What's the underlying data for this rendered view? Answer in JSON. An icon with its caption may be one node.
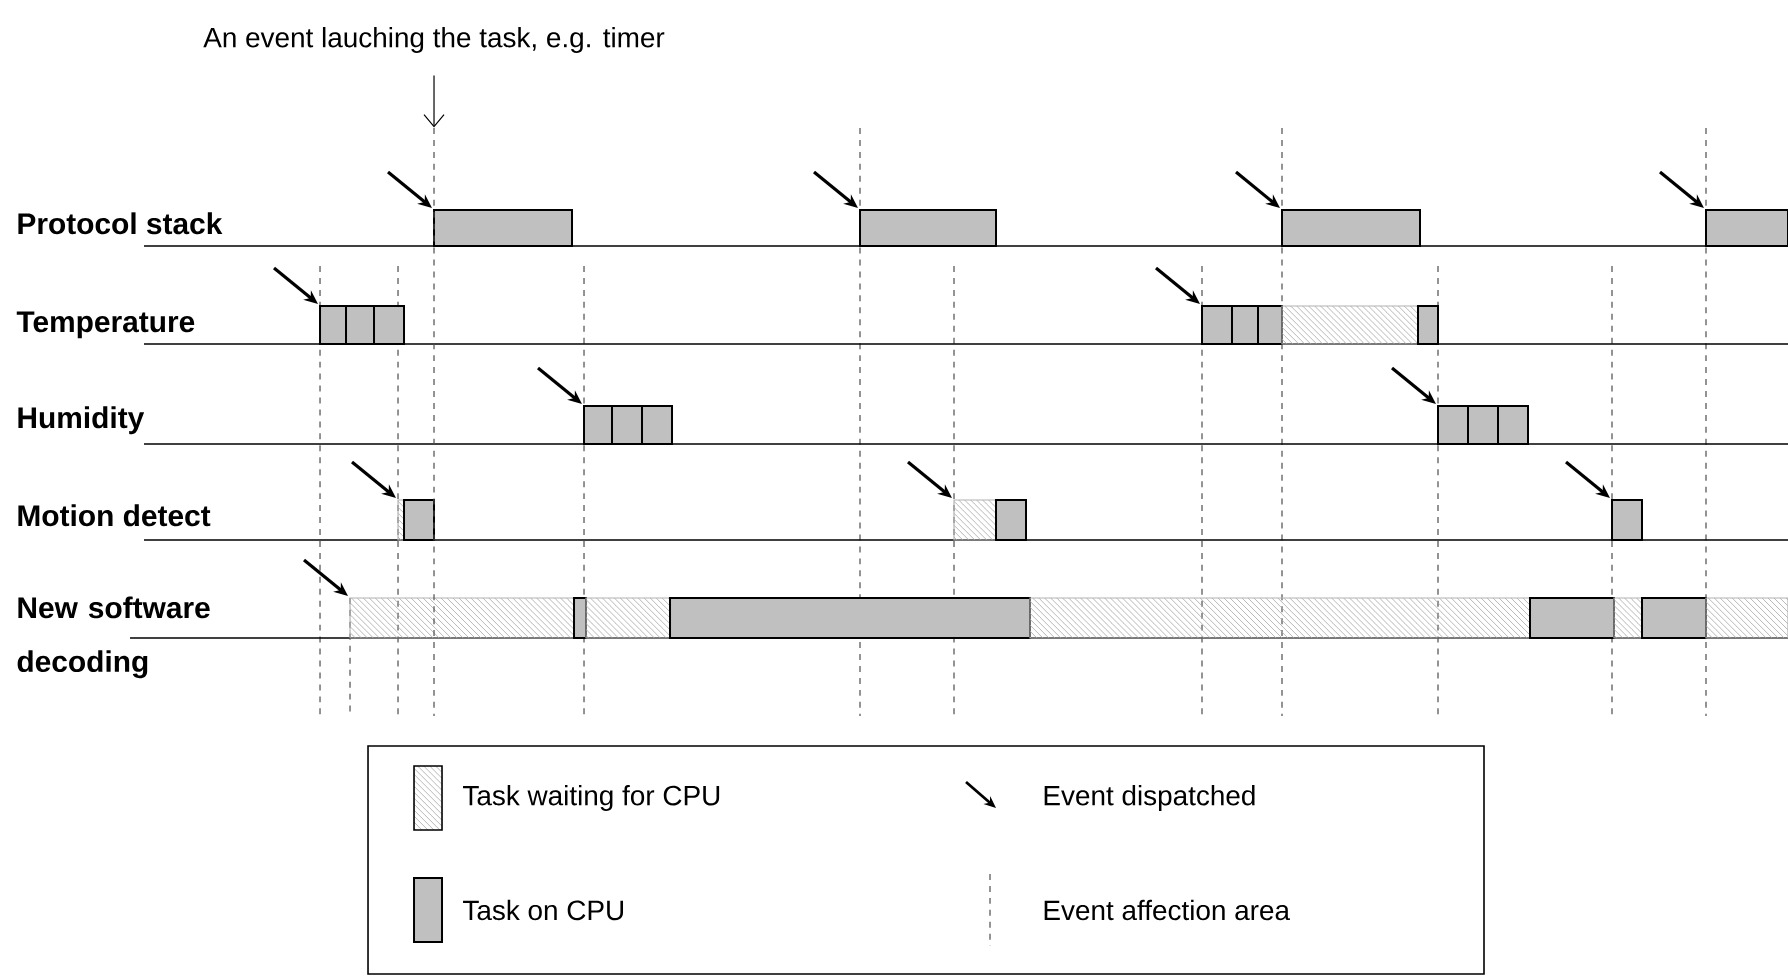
{
  "diagram": {
    "nodes": [
      {
        "text": [
          "An event lauching the task, e.g. timer"
        ]
      },
      {
        "text": [],
        "shape": "line"
      }
    ],
    "edges": [
      {
        "from": 0,
        "to": 1,
        "arrow": "to"
      }
    ],
    "labels": [
      "Protocol stack",
      "Temperature",
      "Humidity",
      "Motion detect",
      "New software decoding"
    ],
    "legend": [
      {
        "text": "Task waiting for CPU"
      },
      {
        "text": "Event dispatched"
      },
      {
        "text": "Task on CPU",
        "color": "#c0c0c0"
      },
      {
        "text": "Event affection area"
      }
    ]
  }
}
